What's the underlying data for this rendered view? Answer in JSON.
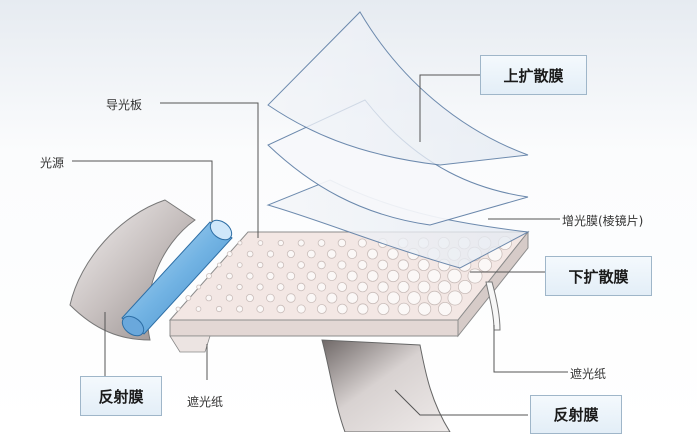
{
  "labels": {
    "guide_plate": "导光板",
    "light_source": "光源",
    "upper_diffuser": "上扩散膜",
    "prism_film": "增光膜(棱镜片)",
    "lower_diffuser": "下扩散膜",
    "reflector_left": "反射膜",
    "reflector_right": "反射膜",
    "shading_paper_left": "遮光纸",
    "shading_paper_right": "遮光纸"
  },
  "colors": {
    "background_top": "#eef2f6",
    "line": "#555555",
    "box_border": "#9fb6c9",
    "lamp_blue": "#7bb8e6",
    "plate_fill": "#f1e6e3",
    "film_fill": "#e8eef6"
  }
}
